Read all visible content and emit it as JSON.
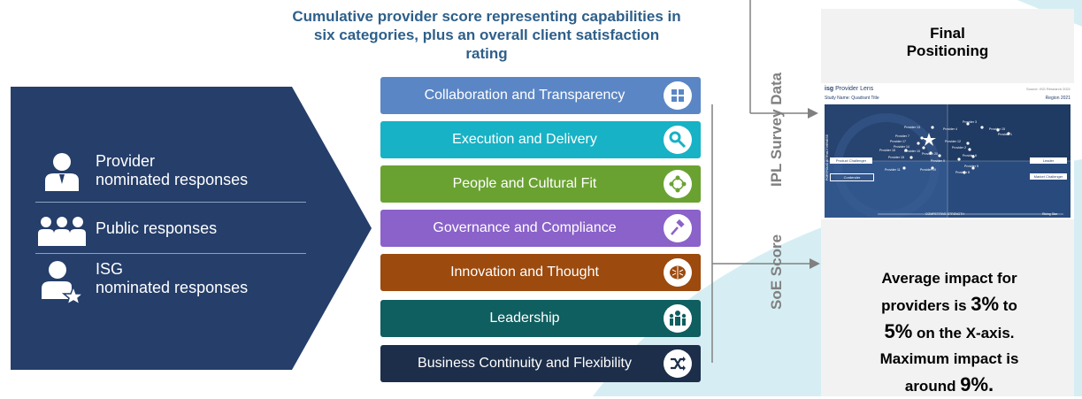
{
  "headline": {
    "line1": "Cumulative provider score representing capabilities in",
    "line2": "six categories, plus an overall client satisfaction",
    "line3": "rating"
  },
  "responses": [
    {
      "line1": "Provider",
      "line2": "nominated responses",
      "icon": "person-icon"
    },
    {
      "line1": "Public responses",
      "line2": "",
      "icon": "group-icon"
    },
    {
      "line1": "ISG",
      "line2": "nominated responses",
      "icon": "person-star-icon"
    }
  ],
  "categories": [
    {
      "label": "Collaboration and Transparency",
      "color": "#5b86c5",
      "icon": "puzzle-icon"
    },
    {
      "label": "Execution and Delivery",
      "color": "#17b2c5",
      "icon": "wrench-gear-icon"
    },
    {
      "label": "People and Cultural Fit",
      "color": "#6aa232",
      "icon": "people-network-icon"
    },
    {
      "label": "Governance and Compliance",
      "color": "#8a62c9",
      "icon": "gavel-icon"
    },
    {
      "label": "Innovation and Thought",
      "color": "#9c4a0e",
      "icon": "brain-icon"
    },
    {
      "label": "Leadership",
      "color": "#0f5e60",
      "icon": "leader-group-icon"
    },
    {
      "label": "Business Continuity and Flexibility",
      "color": "#1c2e4a",
      "icon": "shuffle-icon"
    }
  ],
  "labels": {
    "ipl": "IPL Survey Data",
    "soe": "SoE Score"
  },
  "final": {
    "title_line1": "Final",
    "title_line2": "Positioning"
  },
  "quadrant": {
    "logo_isg": "isg",
    "logo_rest": "Provider Lens",
    "source": "Source: ISG Research 2021",
    "study": "Study Name: Quadrant Title",
    "region": "Region 2021",
    "product_challenger": "Product Challenger",
    "leader": "Leader",
    "contender": "Contender",
    "market_challenger": "Market Challenger",
    "x_axis": "COMPETITIVE STRENGTH",
    "y_axis": "PORTFOLIO ATTRACTIVENESS",
    "rising_star": "Rising Star",
    "providers": [
      "Provider 13",
      "Provider 3",
      "Provider 4",
      "Provider 15",
      "Provider 1",
      "Provider 7",
      "Provider 17",
      "Provider 12",
      "Provider 14",
      "Provider 2",
      "Provider 16",
      "Provider 10",
      "Provider 20",
      "Provider 6",
      "Provider 18",
      "Provider 9",
      "Provider 5",
      "Provider 11",
      "Provider 19",
      "Provider 8"
    ]
  },
  "impact": {
    "t1": "Average impact for",
    "t2": "providers is",
    "v1": "3%",
    "t3": "to",
    "v2": "5%",
    "t4": "on the X-axis.",
    "t5": "Maximum impact is",
    "t6": "around",
    "v3": "9%."
  }
}
